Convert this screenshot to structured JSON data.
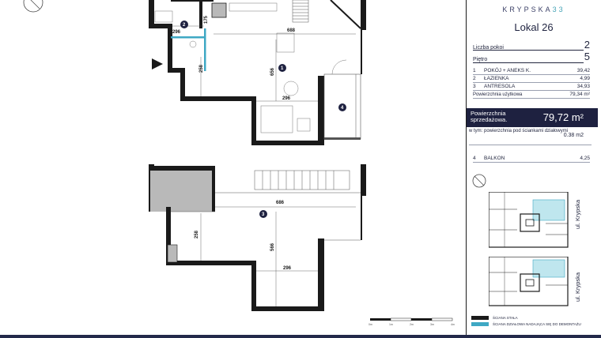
{
  "brand": {
    "name": "KRYPSKA",
    "number": "33"
  },
  "lokal": {
    "title": "Lokal 26"
  },
  "summary": {
    "rooms_label": "Liczba pokoi",
    "rooms_value": "2",
    "floor_label": "Piętro",
    "floor_value": "5"
  },
  "rooms_table": [
    {
      "no": "1",
      "name": "POKÓJ + ANEKS K.",
      "area": "39,42"
    },
    {
      "no": "2",
      "name": "ŁAZIENKA",
      "area": "4,99"
    },
    {
      "no": "3",
      "name": "ANTRESOLA",
      "area": "34,93"
    }
  ],
  "usable": {
    "label": "Powierzchnia użytkowa",
    "value": "79,34 m²"
  },
  "sale": {
    "label": "Powierzchnia sprzedażowa.",
    "value": "79,72 m²"
  },
  "partition": {
    "label": "w tym: powierzchnia pod ściankami działowymi",
    "value": "0.38 m2"
  },
  "balcony": {
    "no": "4",
    "name": "BALKON",
    "area": "4,25"
  },
  "street": {
    "top": "ul. Krypska",
    "bottom": "ul. Krypska"
  },
  "legend": {
    "wall": "ŚCIANA STAŁA",
    "removable": "ŚCIANA DZIAŁOWA NADAJĄCA SIĘ DO DEMONTAŻU"
  },
  "plan_labels": {
    "dim_688": "688",
    "dim_296_top": "296",
    "dim_175": "175",
    "dim_258": "258",
    "dim_656": "656",
    "dim_296_mid": "296",
    "dim_686": "686",
    "dim_258_b": "258",
    "dim_566": "566",
    "dim_296_bot": "296",
    "room_1": "1",
    "room_2": "2",
    "room_3": "3",
    "room_4": "4"
  },
  "scale_bar": [
    "0m",
    "1m",
    "2m",
    "3m",
    "4m"
  ],
  "colors": {
    "navy": "#1e2140",
    "teal": "#3fa8c4",
    "wall": "#1a1a1a",
    "grey_fill": "#b9b9b9"
  }
}
